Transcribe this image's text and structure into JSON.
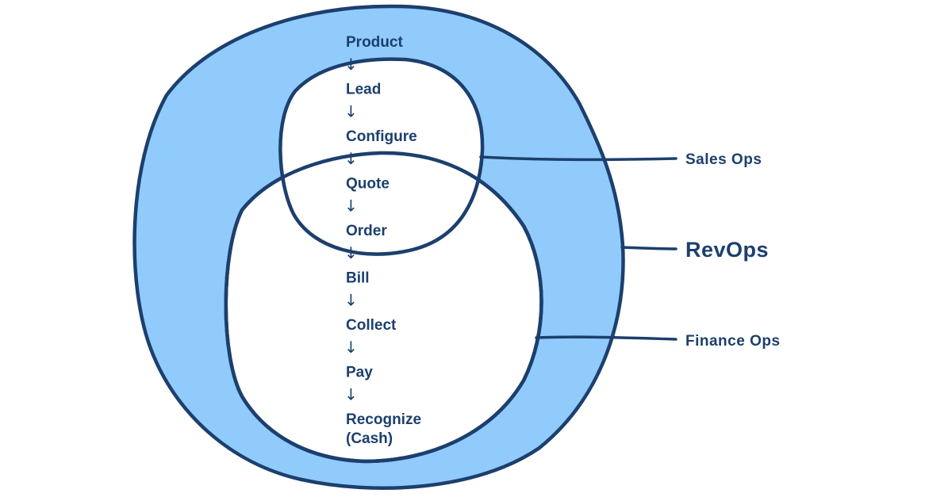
{
  "flow": {
    "steps": [
      "Product",
      "Lead",
      "Configure",
      "Quote",
      "Order",
      "Bill",
      "Collect",
      "Pay",
      "Recognize",
      "(Cash)"
    ],
    "arrow_glyph": "↓"
  },
  "labels": {
    "sales_ops": "Sales Ops",
    "revops": "RevOps",
    "finance_ops": "Finance Ops"
  },
  "colors": {
    "ring_fill": "#90cbfb",
    "outline": "#1c3f6e",
    "inner_fill": "#ffffff",
    "text": "#1c3f6e"
  }
}
